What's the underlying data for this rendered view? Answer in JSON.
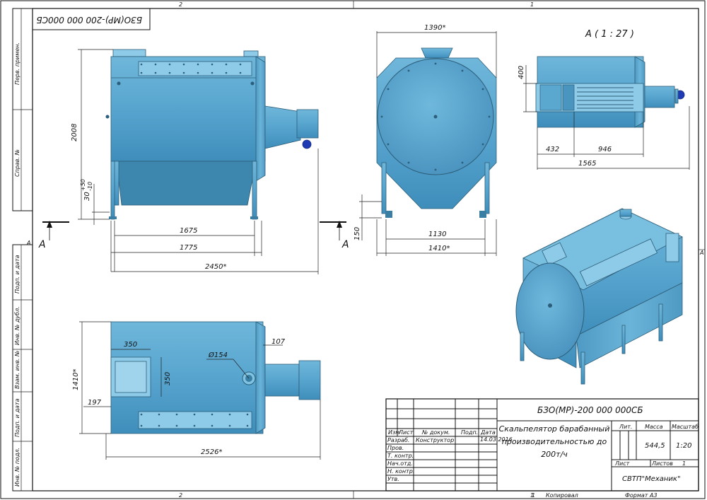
{
  "drawing": {
    "code": "БЗО(МР)-200 000 000СБ",
    "code_mirrored": "БЗО(МР)-200 000 000СБ",
    "title_lines": [
      "Скальпелятор барабанный",
      "производительностью до",
      "200т/ч"
    ],
    "mass": "544,5",
    "scale": "1:20",
    "sheets_total": "1",
    "organization": "СВТП\"Механик\"",
    "format": "Формат А3",
    "copied": "Копировал",
    "view_label": "А ( 1 : 27 )",
    "section_mark": "А"
  },
  "zones": {
    "top": [
      "2",
      "1"
    ],
    "bottom": [
      "2",
      "1"
    ],
    "side": [
      "А",
      "А"
    ]
  },
  "side_stamps": [
    "Перв. примен.",
    "Справ. №",
    "Подп. и дата",
    "Инв. № дубл.",
    "Взам. инв. №",
    "Подп. и дата",
    "Инв. № подл."
  ],
  "title_block": {
    "headers": [
      "Изм",
      "Лист",
      "№ докум.",
      "Подп.",
      "Дата"
    ],
    "roles": [
      "Разраб.",
      "Пров.",
      "Т. контр.",
      "Нач.отд.",
      "Н. контр.",
      "Утв."
    ],
    "developer": "Конструктор",
    "date": "14.03.2016",
    "cols": [
      "Лит.",
      "Масса",
      "Масштаб"
    ],
    "sheet_label": "Лист",
    "sheets_label": "Листов",
    "bottom_num": "1"
  },
  "dimensions": {
    "front": {
      "height": "2008",
      "leg_gap": "30",
      "tol_up": "+50",
      "tol_dn": "-10",
      "d1": "1675",
      "d2": "1775",
      "d3": "2450*"
    },
    "side": {
      "top": "1390*",
      "d1": "1130",
      "d2": "1410*",
      "leg_h": "150"
    },
    "topview": {
      "h": "400",
      "d1": "432",
      "d2": "946",
      "d3": "1565"
    },
    "plan": {
      "hole_w": "350",
      "hole_h": "350",
      "dia": "Ø154",
      "d107": "107",
      "d197": "197",
      "depth": "1410*",
      "len": "2526*"
    }
  }
}
